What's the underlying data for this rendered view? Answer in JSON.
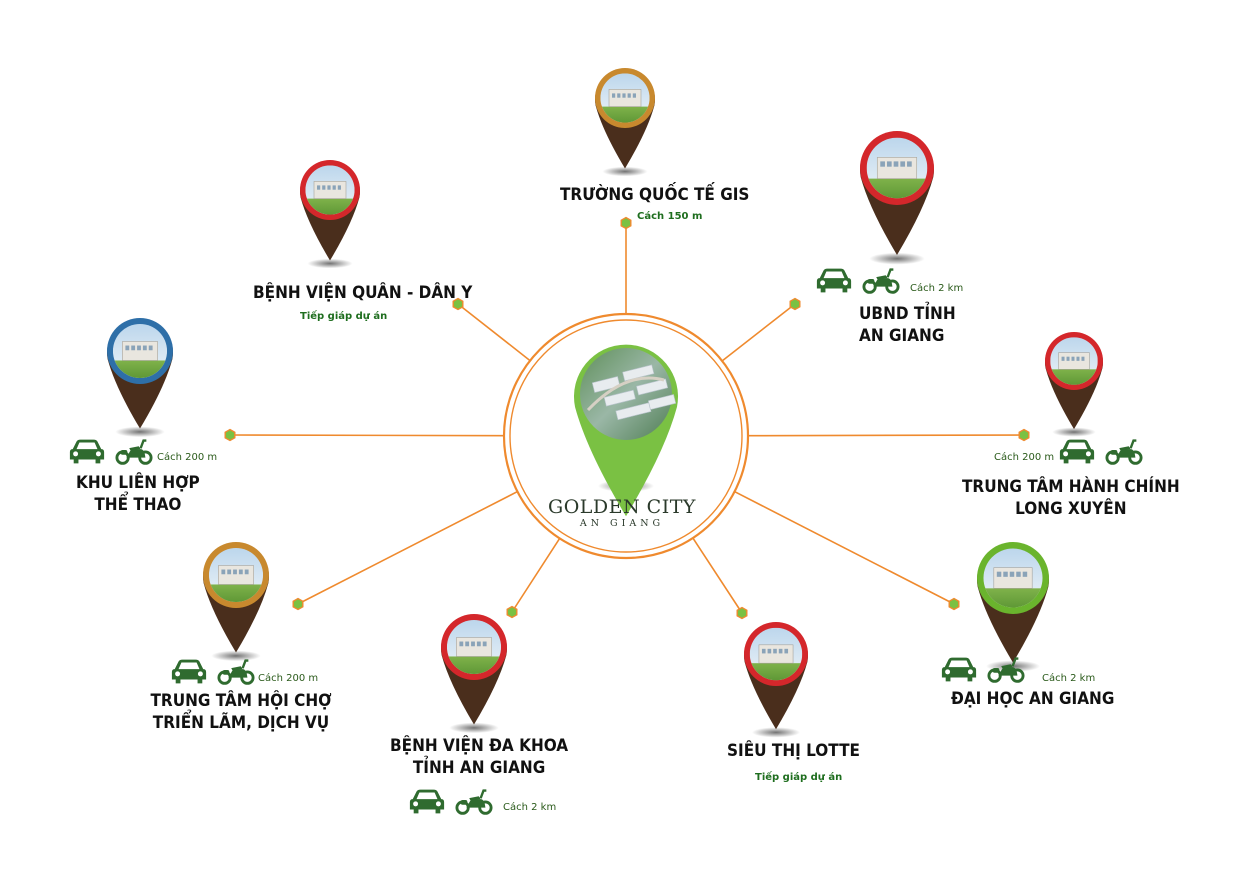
{
  "center": {
    "brand_line1": "GOLDEN CITY",
    "brand_line2": "AN GIANG"
  },
  "locations": [
    {
      "id": "truong-quoc-te-gis",
      "name_lines": [
        "TRƯỜNG QUỐC TẾ GIS"
      ],
      "distance": "Cách 150 m",
      "transport_icons": [],
      "pin_color": "#c8892e"
    },
    {
      "id": "benh-vien-quan-dan-y",
      "name_lines": [
        "BỆNH VIỆN QUÂN - DÂN Y"
      ],
      "distance": "Tiếp giáp dự án",
      "transport_icons": [],
      "pin_color": "#d4272b"
    },
    {
      "id": "ubnd-tinh-an-giang",
      "name_lines": [
        "UBND TỈNH",
        "AN GIANG"
      ],
      "distance": "Cách 2 km",
      "transport_icons": [
        "car-icon",
        "motorbike-icon"
      ],
      "pin_color": "#d4272b"
    },
    {
      "id": "khu-lien-hop-the-thao",
      "name_lines": [
        "KHU LIÊN HỢP",
        "THỂ THAO"
      ],
      "distance": "Cách 200 m",
      "transport_icons": [
        "car-icon",
        "motorbike-icon"
      ],
      "pin_color": "#2e6fa8"
    },
    {
      "id": "trung-tam-hanh-chinh-long-xuyen",
      "name_lines": [
        "TRUNG TÂM HÀNH CHÍNH",
        "LONG XUYÊN"
      ],
      "distance": "Cách 200 m",
      "transport_icons": [
        "car-icon",
        "motorbike-icon"
      ],
      "pin_color": "#d4272b"
    },
    {
      "id": "trung-tam-hoi-cho",
      "name_lines": [
        "TRUNG TÂM HỘI CHỢ",
        "TRIỂN LÃM, DỊCH VỤ"
      ],
      "distance": "Cách 200 m",
      "transport_icons": [
        "car-icon",
        "motorbike-icon"
      ],
      "pin_color": "#c8892e"
    },
    {
      "id": "benh-vien-da-khoa",
      "name_lines": [
        "BỆNH VIỆN ĐA KHOA",
        "TỈNH AN GIANG"
      ],
      "distance": "Cách 2 km",
      "transport_icons": [
        "car-icon",
        "motorbike-icon"
      ],
      "pin_color": "#d4272b"
    },
    {
      "id": "sieu-thi-lotte",
      "name_lines": [
        "SIÊU THỊ LOTTE"
      ],
      "distance": "Tiếp giáp dự án",
      "transport_icons": [],
      "pin_color": "#d4272b"
    },
    {
      "id": "dai-hoc-an-giang",
      "name_lines": [
        "ĐẠI HỌC AN GIANG"
      ],
      "distance": "Cách 2 km",
      "transport_icons": [
        "car-icon",
        "motorbike-icon"
      ],
      "pin_color": "#6ab42d"
    }
  ],
  "colors": {
    "connector_line": "#ef8a2e",
    "endpoint_hex": "#7ac143",
    "center_ring": "#ef8a2e",
    "center_pin": "#7ac143",
    "transport_icon": "#2f6b2f",
    "pin_tip": "#4a2e1c"
  }
}
